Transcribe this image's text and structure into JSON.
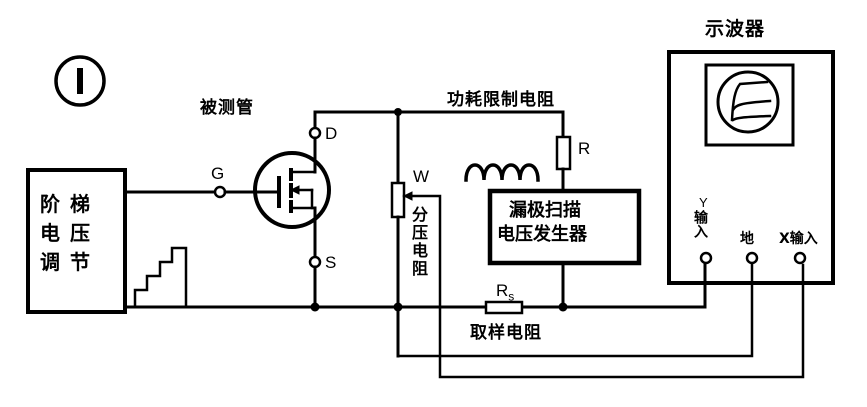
{
  "figure": {
    "number_label": "1",
    "type": "MOSFET characteristic curve test circuit (schematic)"
  },
  "components": {
    "step_voltage_box": {
      "lines": [
        "阶梯",
        "电压",
        "调节"
      ],
      "label": "阶梯电压调节"
    },
    "dut": {
      "label": "被测管",
      "pins": {
        "gate": "G",
        "drain": "D",
        "source": "S"
      }
    },
    "power_limit_resistor": {
      "caption": "功耗限制电阻",
      "symbol": "R"
    },
    "divider_resistor": {
      "symbol": "W",
      "caption": "分压电阻"
    },
    "sweep_generator": {
      "lines": [
        "漏极扫描",
        "电压发生器"
      ],
      "label": "漏极扫描电压发生器"
    },
    "sampling_resistor": {
      "symbol_main": "R",
      "symbol_sub": "s",
      "caption": "取样电阻"
    },
    "oscilloscope": {
      "title": "示波器",
      "inputs": {
        "y_letter": "Y",
        "y_label": "输入",
        "ground": "地",
        "x": "X输入"
      }
    }
  },
  "colors": {
    "ink": "#000000",
    "paper": "#ffffff"
  }
}
